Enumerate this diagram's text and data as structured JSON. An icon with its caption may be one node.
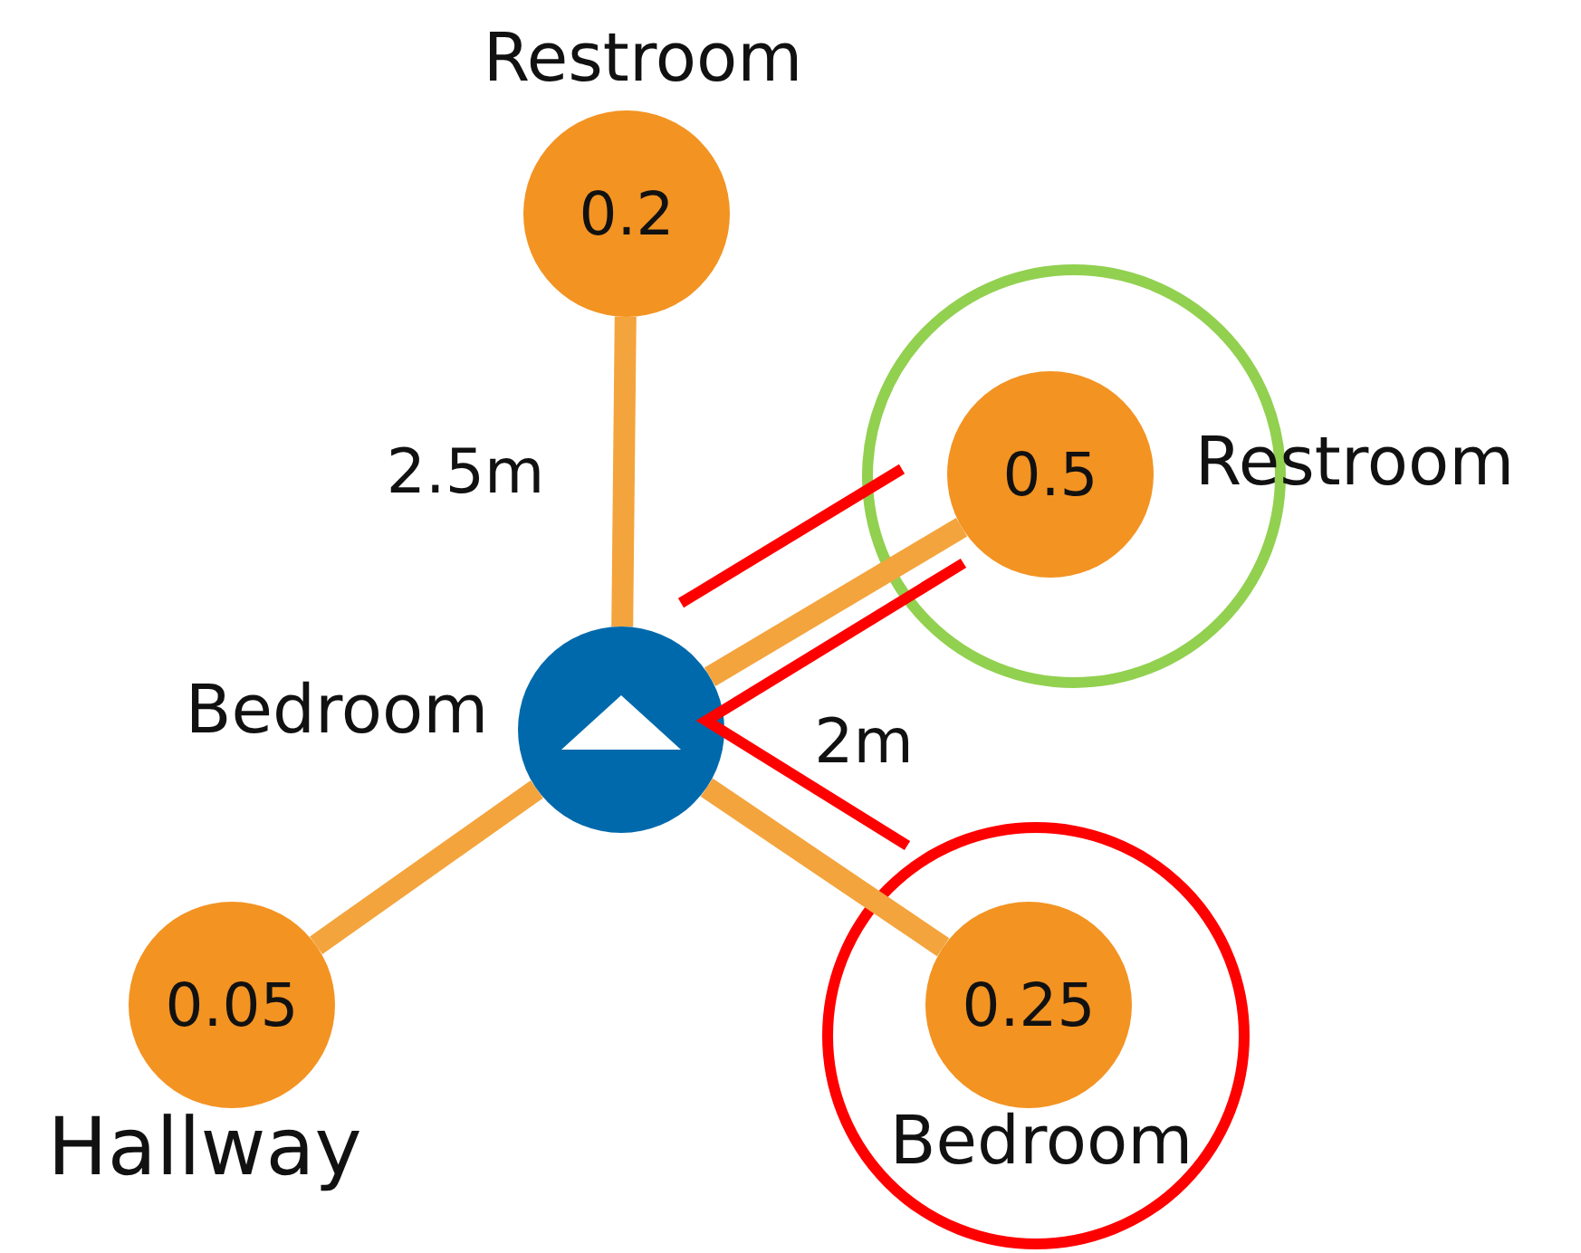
{
  "diagram": {
    "nodes": [
      {
        "text": [
          "Bedroom"
        ]
      },
      {
        "text": [
          "Restroom",
          "0.2"
        ]
      },
      {
        "text": [
          "0.5",
          "Restroom"
        ]
      },
      {
        "text": [
          "0.05",
          "Hallway"
        ]
      },
      {
        "text": [
          "0.25",
          "Bedroom"
        ]
      }
    ],
    "edges": [
      {
        "from": 0,
        "to": 1,
        "arrow": "none",
        "label": "2.5m"
      },
      {
        "from": 0,
        "to": 2,
        "arrow": "none"
      },
      {
        "from": 0,
        "to": 3,
        "arrow": "none"
      },
      {
        "from": 0,
        "to": 4,
        "arrow": "none"
      }
    ],
    "labels": [
      "2m"
    ]
  }
}
